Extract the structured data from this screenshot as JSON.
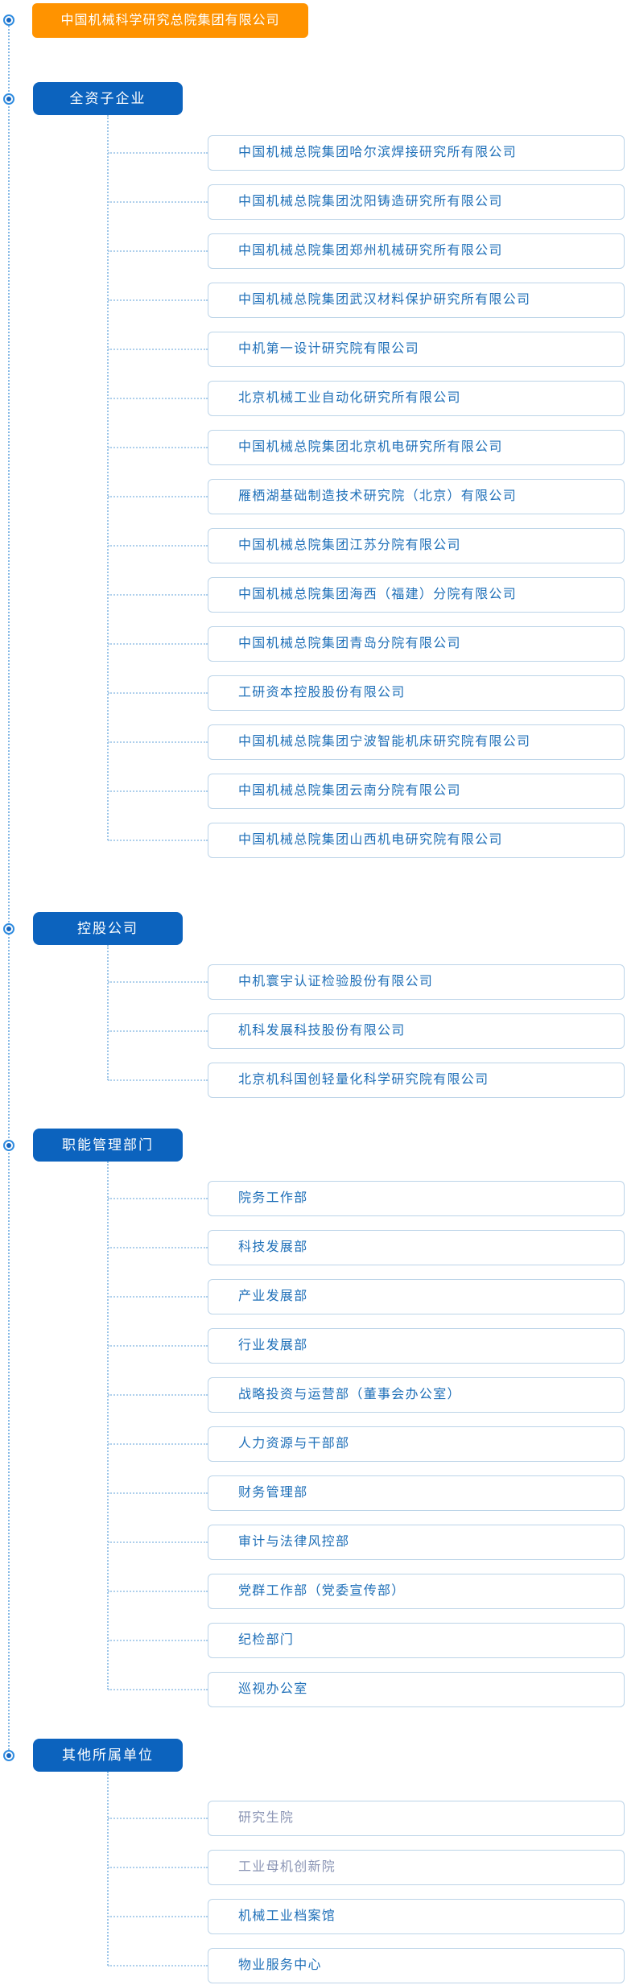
{
  "root": {
    "label": "中国机械科学研究总院集团有限公司"
  },
  "sections": [
    {
      "label": "全资子企业",
      "items": [
        {
          "label": "中国机械总院集团哈尔滨焊接研究所有限公司"
        },
        {
          "label": "中国机械总院集团沈阳铸造研究所有限公司"
        },
        {
          "label": "中国机械总院集团郑州机械研究所有限公司"
        },
        {
          "label": "中国机械总院集团武汉材料保护研究所有限公司"
        },
        {
          "label": "中机第一设计研究院有限公司"
        },
        {
          "label": "北京机械工业自动化研究所有限公司"
        },
        {
          "label": "中国机械总院集团北京机电研究所有限公司"
        },
        {
          "label": "雁栖湖基础制造技术研究院（北京）有限公司"
        },
        {
          "label": "中国机械总院集团江苏分院有限公司"
        },
        {
          "label": "中国机械总院集团海西（福建）分院有限公司"
        },
        {
          "label": "中国机械总院集团青岛分院有限公司"
        },
        {
          "label": "工研资本控股股份有限公司"
        },
        {
          "label": "中国机械总院集团宁波智能机床研究院有限公司"
        },
        {
          "label": "中国机械总院集团云南分院有限公司"
        },
        {
          "label": "中国机械总院集团山西机电研究院有限公司"
        }
      ]
    },
    {
      "label": "控股公司",
      "items": [
        {
          "label": "中机寰宇认证检验股份有限公司"
        },
        {
          "label": "机科发展科技股份有限公司"
        },
        {
          "label": "北京机科国创轻量化科学研究院有限公司"
        }
      ]
    },
    {
      "label": "职能管理部门",
      "items": [
        {
          "label": "院务工作部"
        },
        {
          "label": "科技发展部"
        },
        {
          "label": "产业发展部"
        },
        {
          "label": "行业发展部"
        },
        {
          "label": "战略投资与运营部（董事会办公室）"
        },
        {
          "label": "人力资源与干部部"
        },
        {
          "label": "财务管理部"
        },
        {
          "label": "审计与法律风控部"
        },
        {
          "label": "党群工作部（党委宣传部）"
        },
        {
          "label": "纪检部门"
        },
        {
          "label": "巡视办公室"
        }
      ]
    },
    {
      "label": "其他所属单位",
      "items": [
        {
          "label": "研究生院",
          "visited": true
        },
        {
          "label": "工业母机创新院",
          "visited": true
        },
        {
          "label": "机械工业档案馆"
        },
        {
          "label": "物业服务中心"
        }
      ]
    }
  ],
  "icons": {
    "bullet": "ring-dot-bullet-icon"
  },
  "colors": {
    "root_node_orange": "#FF9300",
    "section_header_blue": "#0C63BE",
    "item_border": "#BCD4E8",
    "item_text_blue": "#1E6FB8",
    "visited_item_text": "#8A94B4",
    "connector_dotted_blue": "#9CC5E8"
  }
}
